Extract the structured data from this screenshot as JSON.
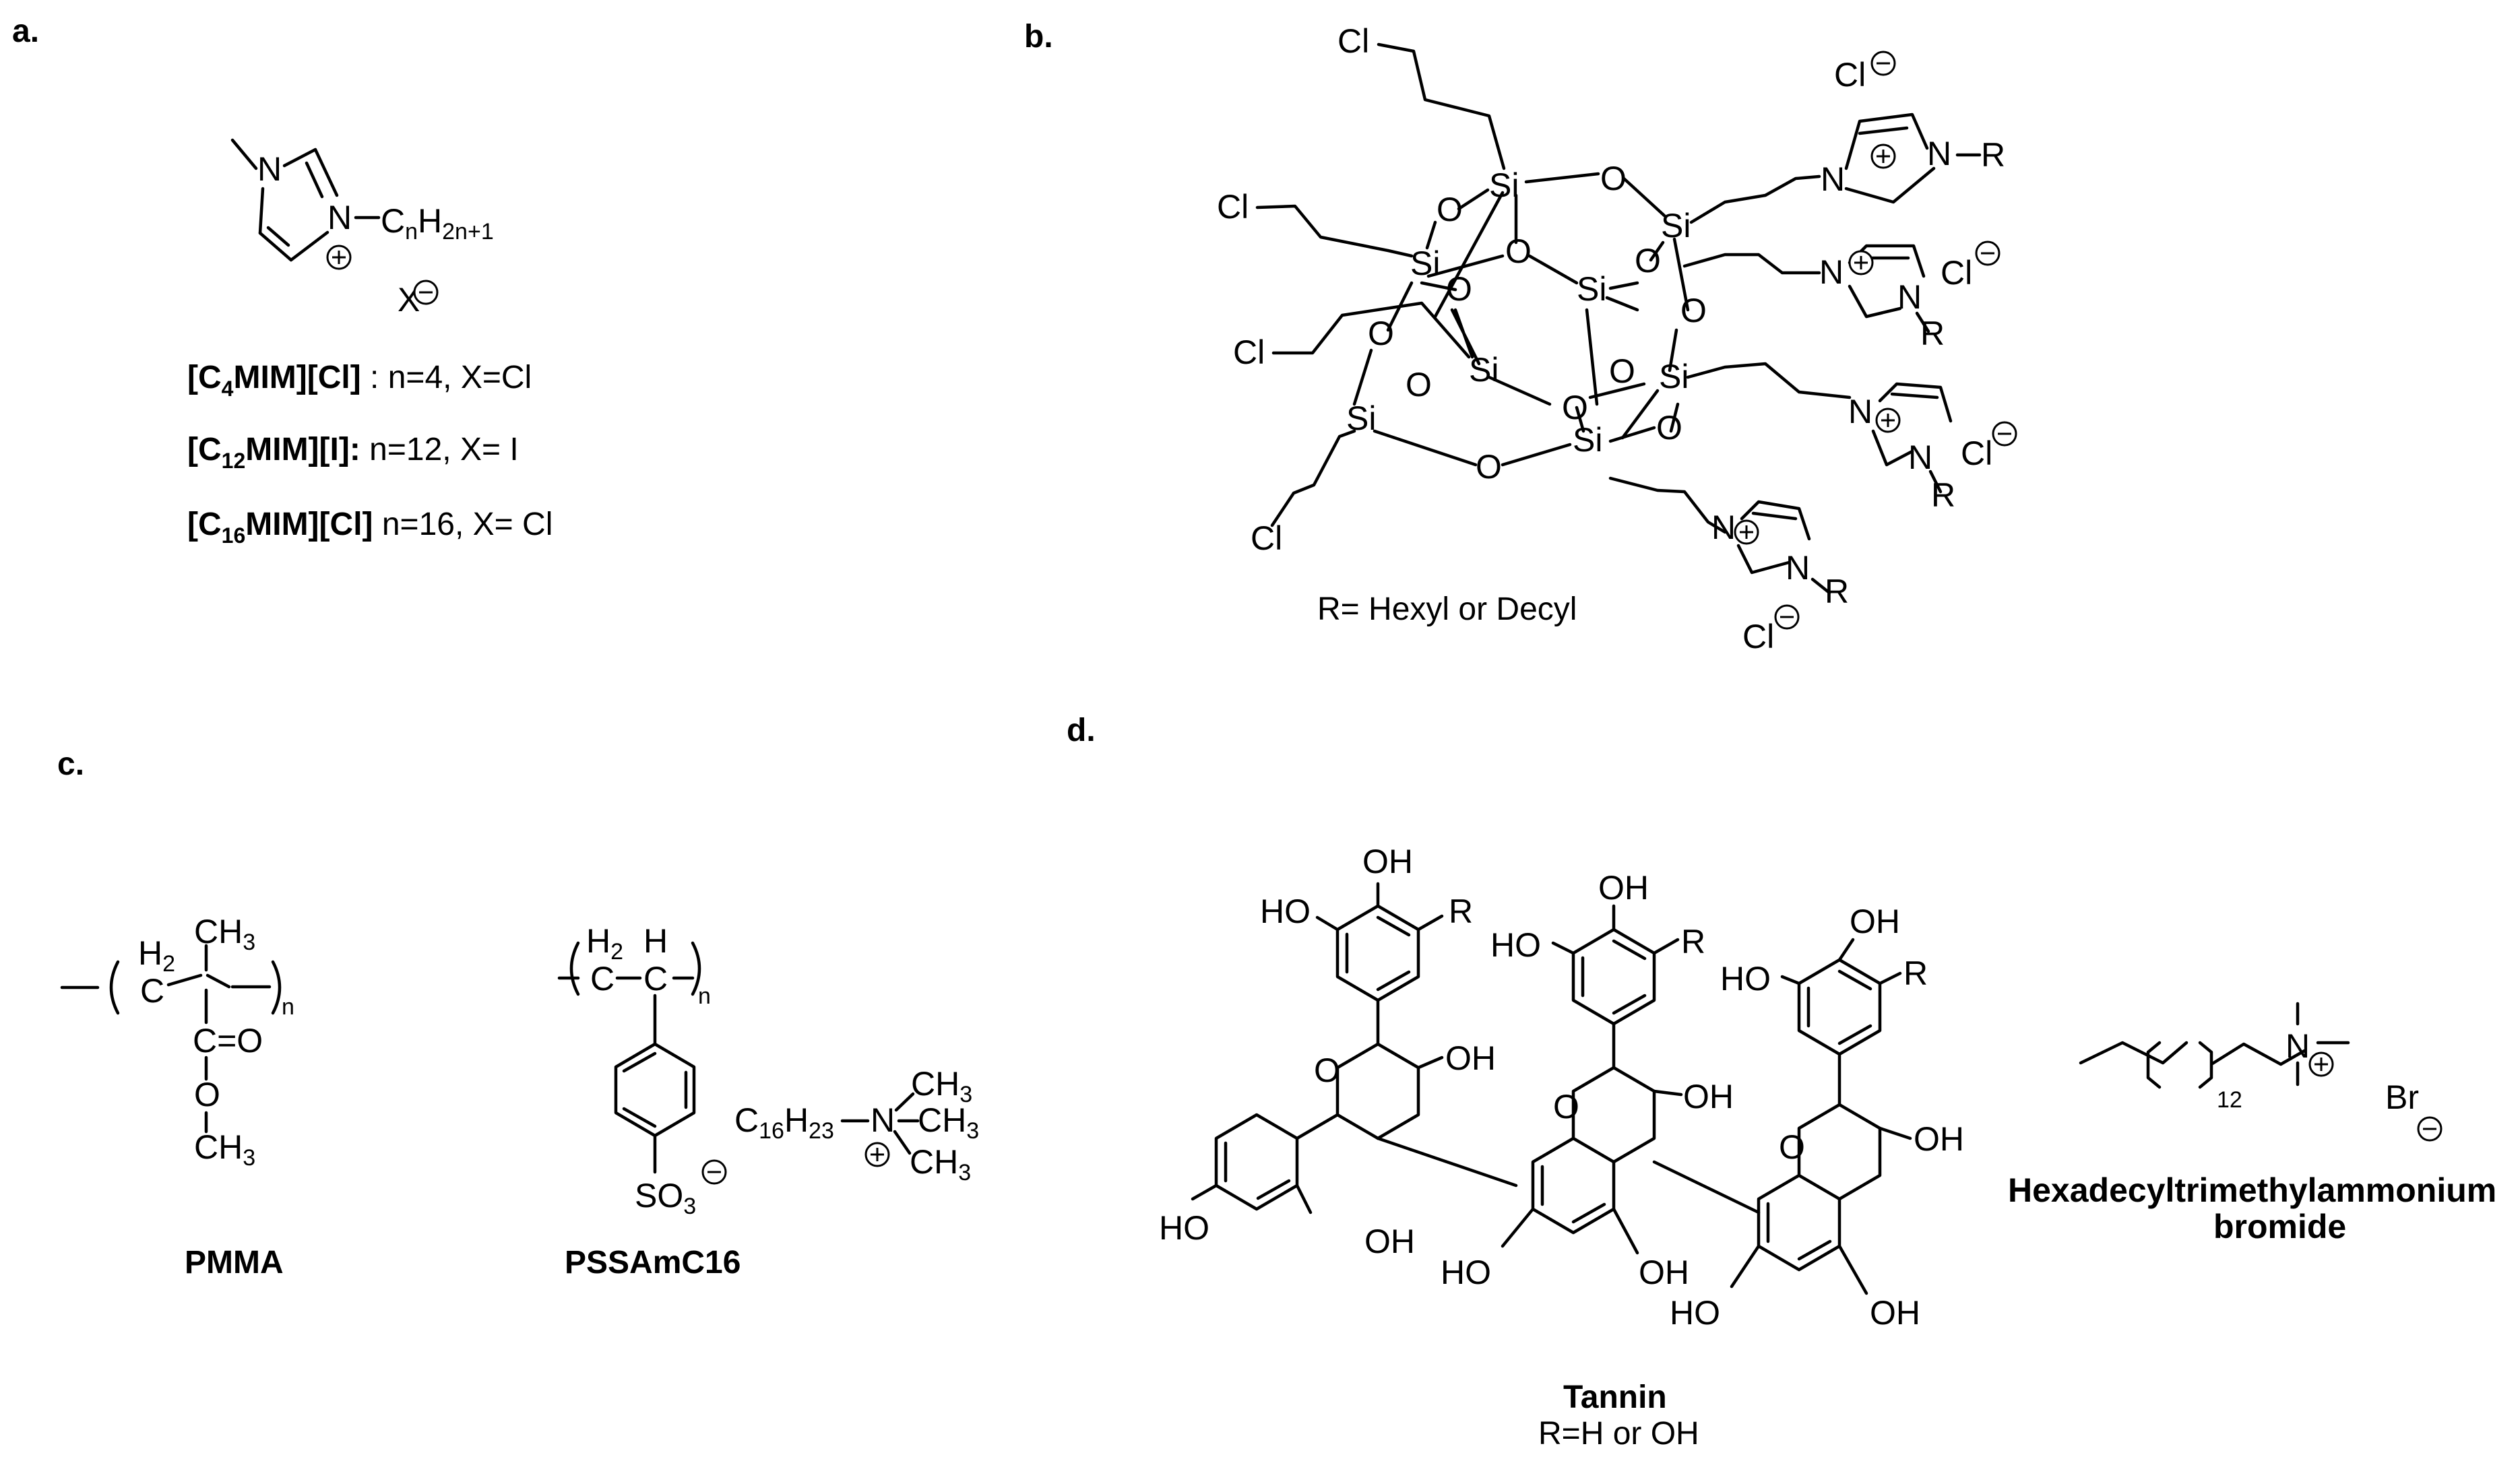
{
  "panel_a": {
    "label": "a.",
    "formula": {
      "c": "C",
      "n": "n",
      "h": "H",
      "hsub": "2n+1",
      "anion": "X"
    },
    "rows": [
      {
        "name_prefix": "[C",
        "name_sub": "4",
        "name_suffix": "MIM][Cl]",
        "desc": " : n=4, X=Cl"
      },
      {
        "name_prefix": "[C",
        "name_sub": "12",
        "name_suffix": "MIM][I]:",
        "desc": " n=12, X= I"
      },
      {
        "name_prefix": "[C",
        "name_sub": "16",
        "name_suffix": "MIM][Cl]",
        "desc": " n=16, X= Cl"
      }
    ]
  },
  "panel_b": {
    "label": "b.",
    "note": "R= Hexyl or Decyl",
    "atoms": {
      "si": "Si",
      "o": "O",
      "cl": "Cl",
      "n": "N",
      "r": "R"
    }
  },
  "panel_c": {
    "label": "c.",
    "pmma": {
      "name": "PMMA",
      "h2": "H",
      "h2sub": "2",
      "c": "C",
      "ch3": "CH",
      "ch3sub": "3",
      "n": "n",
      "co": "C=O",
      "o": "O",
      "och3": "CH",
      "och3sub": "3"
    },
    "pssamc16": {
      "name": "PSSAmC16",
      "h2": "H",
      "h2sub": "2",
      "h": "H",
      "c": "C",
      "n": "n",
      "so3": "SO",
      "so3sub": "3",
      "cation_prefix": "C",
      "cation_sub1": "16",
      "cation_h": "H",
      "cation_sub2": "23",
      "cation_n": "N",
      "methyl": "CH",
      "methylsub": "3"
    }
  },
  "panel_d": {
    "label": "d.",
    "tannin_name": "Tannin",
    "tannin_note": "R=H or OH",
    "groups": {
      "oh": "OH",
      "ho": "HO",
      "r": "R",
      "o": "O"
    },
    "ctab_line1": "Hexadecyltrimethylammonium",
    "ctab_line2": "bromide",
    "ctab_sub": "12",
    "ctab_n": "N",
    "ctab_br": "Br"
  }
}
